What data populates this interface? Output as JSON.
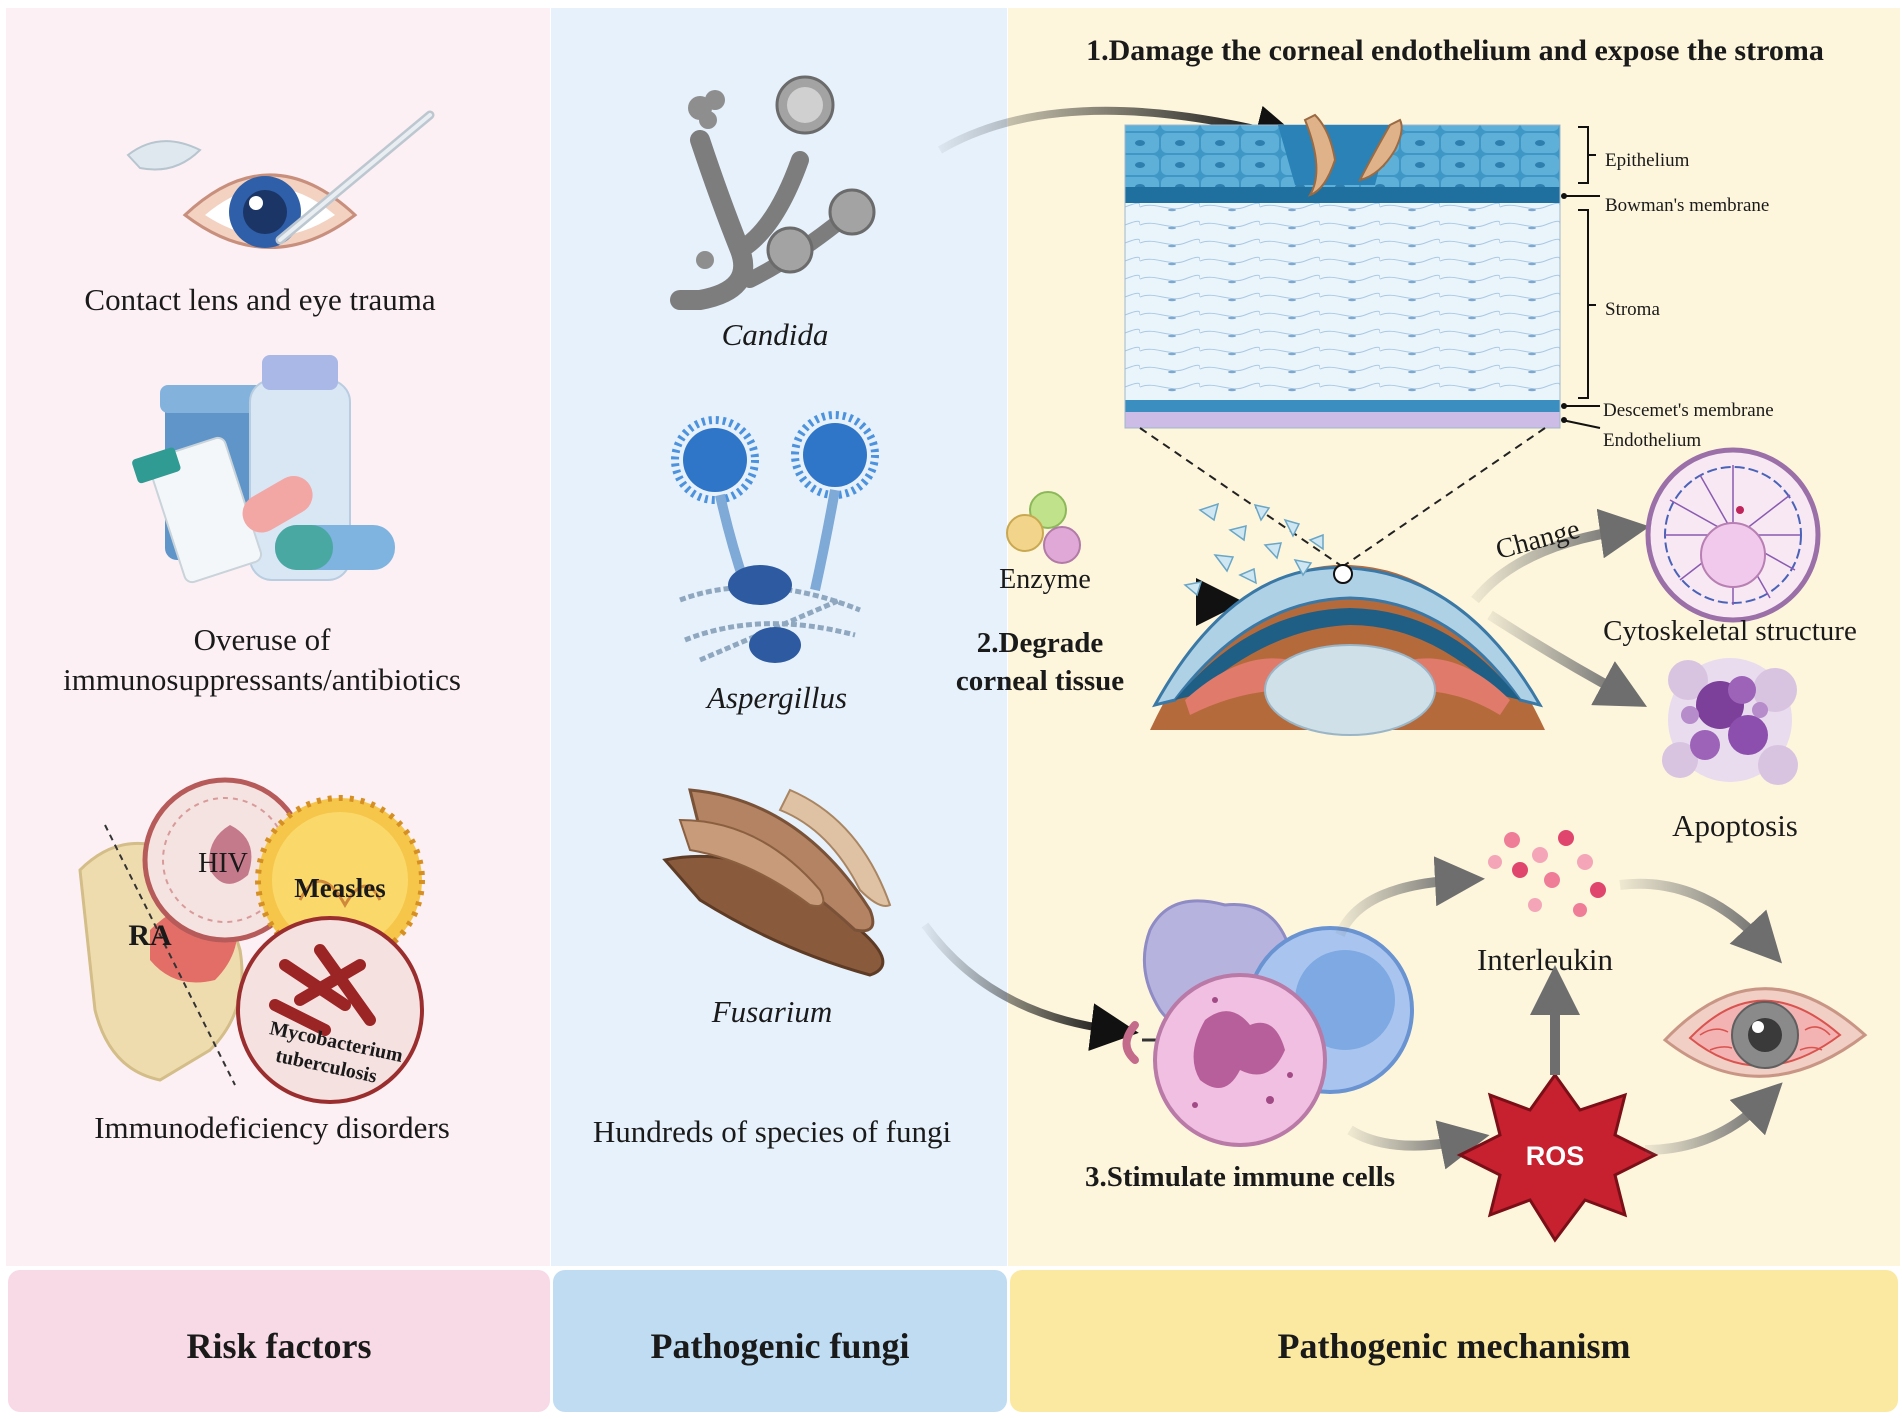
{
  "columns": {
    "risk": {
      "title": "Risk factors",
      "bg": "#fcf0f4",
      "footer_bg": "#f8d9e6"
    },
    "fungi": {
      "title": "Pathogenic fungi",
      "bg": "#e6f1fb",
      "footer_bg": "#bfdcf2"
    },
    "mechanism": {
      "title": "Pathogenic mechanism",
      "bg": "#fdf6dc",
      "footer_bg": "#fbe9a2"
    }
  },
  "risk_factors": {
    "lens_trauma": "Contact lens and eye trauma",
    "overuse_line1": "Overuse of",
    "overuse_line2": "immunosuppressants/antibiotics",
    "hiv": "HIV",
    "measles": "Measles",
    "ra": "RA",
    "myco_line1": "Mycobacterium",
    "myco_line2": "tuberculosis",
    "immunodeficiency": "Immunodeficiency disorders"
  },
  "fungi": {
    "candida": "Candida",
    "aspergillus": "Aspergillus",
    "fusarium": "Fusarium",
    "hundreds": "Hundreds of species of fungi"
  },
  "mechanism": {
    "step1": "1.Damage the corneal endothelium and expose the stroma",
    "layers": {
      "epithelium": "Epithelium",
      "bowman": "Bowman's membrane",
      "stroma": "Stroma",
      "descemet": "Descemet's membrane",
      "endothelium": "Endothelium"
    },
    "enzyme": "Enzyme",
    "step2_line1": "2.Degrade",
    "step2_line2": "corneal tissue",
    "change": "Change",
    "cytoskeletal": "Cytoskeletal structure",
    "apoptosis": "Apoptosis",
    "interleukin": "Interleukin",
    "ros": "ROS",
    "step3": "3.Stimulate immune cells"
  }
}
